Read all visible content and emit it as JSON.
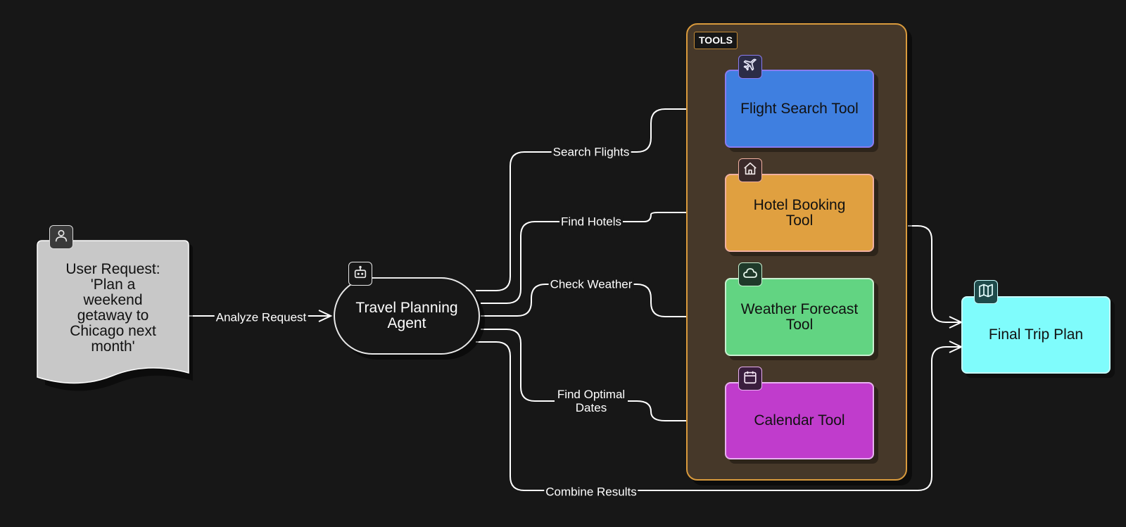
{
  "nodes": {
    "user_request": "User Request: 'Plan a weekend getaway to Chicago next month'",
    "agent": "Travel Planning Agent",
    "tools_group": "TOOLS",
    "flight": "Flight Search Tool",
    "hotel": "Hotel Booking Tool",
    "weather": "Weather Forecast Tool",
    "calendar": "Calendar Tool",
    "final": "Final Trip Plan"
  },
  "edges": {
    "analyze": "Analyze Request",
    "search_flights": "Search Flights",
    "find_hotels": "Find Hotels",
    "check_weather": "Check Weather",
    "find_dates": "Find Optimal Dates",
    "combine": "Combine Results"
  },
  "icons": {
    "user_request": "user-icon",
    "agent": "robot-icon",
    "flight": "plane-icon",
    "hotel": "house-icon",
    "weather": "cloud-icon",
    "calendar": "calendar-icon",
    "final": "map-icon"
  },
  "colors": {
    "background": "#171717",
    "user_request_fill": "#c8c8c8",
    "agent_fill": "#171717",
    "tools_group_fill": "#463829",
    "tools_group_border": "#d99a3c",
    "flight_fill": "#3f7fe0",
    "flight_border": "#8a7cf0",
    "hotel_fill": "#e0a040",
    "hotel_border": "#f0b0a0",
    "weather_fill": "#62d482",
    "weather_border": "#c8f0d0",
    "calendar_fill": "#c03ccc",
    "calendar_border": "#e8b0f0",
    "final_fill": "#7ffcfc",
    "final_border": "#c8ffff",
    "edge": "#ffffff"
  }
}
